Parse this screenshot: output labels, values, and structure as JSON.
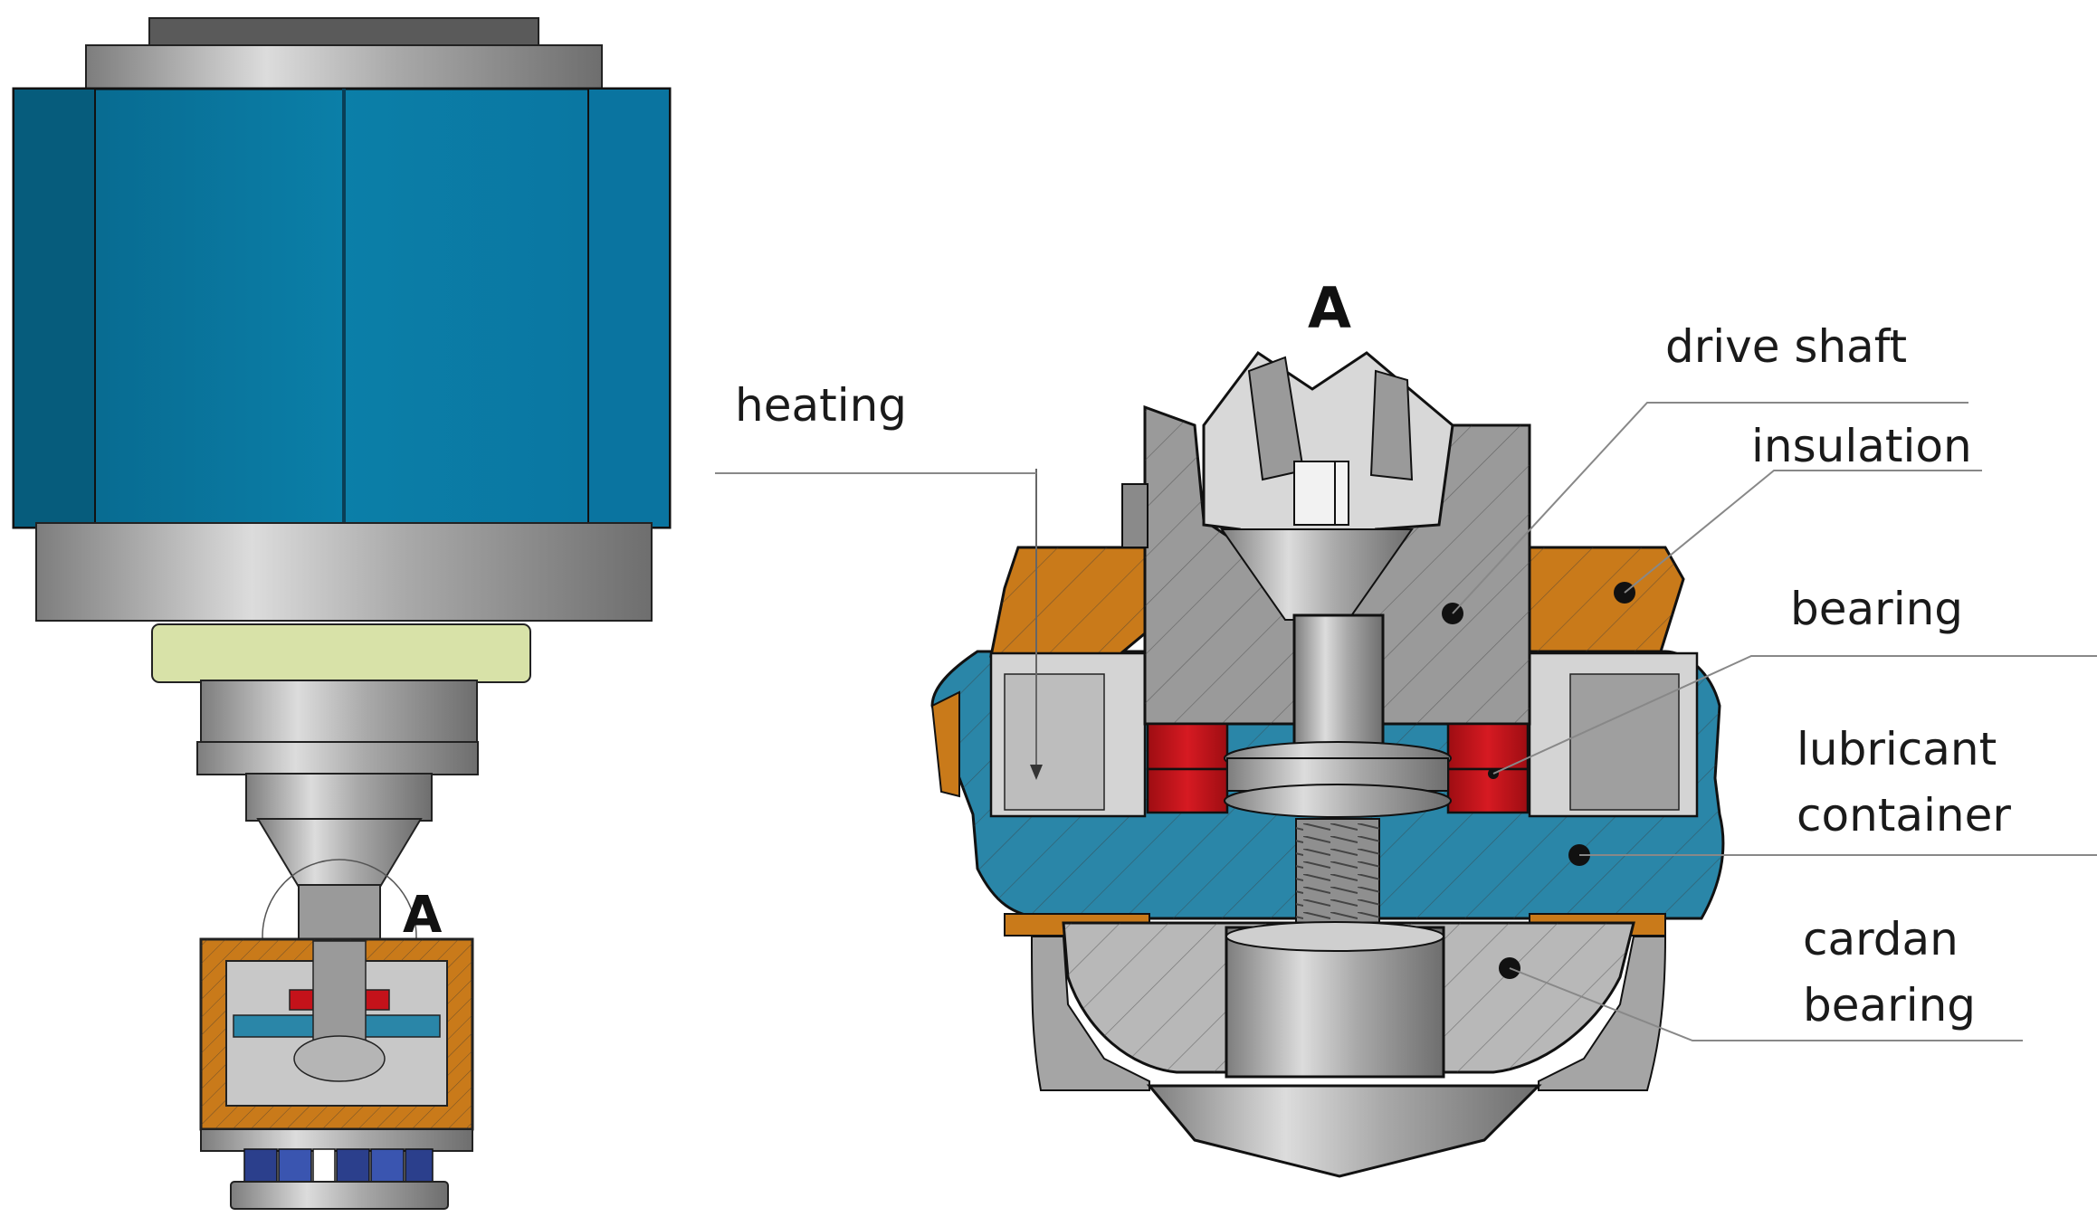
{
  "diagram": {
    "section_marker": "A",
    "labels": {
      "heating": "heating",
      "drive_shaft": "drive shaft",
      "insulation": "insulation",
      "bearing": "bearing",
      "lubricant_line1": "lubricant",
      "lubricant_line2": "container",
      "cardan_line1": "cardan",
      "cardan_line2": "bearing"
    },
    "colors": {
      "motor_blue": "#0a7aa3",
      "motor_blue_dark": "#065c7c",
      "steel_grey": "#8f8f8f",
      "steel_light": "#c8c8c8",
      "insulation_orange": "#c97a1a",
      "bearing_red": "#c4121a",
      "lubricant_blue": "#2a86a8",
      "flange_yellow": "#d8e2a8",
      "spring_blue": "#2b3f8c",
      "leader_line": "#888888"
    }
  }
}
